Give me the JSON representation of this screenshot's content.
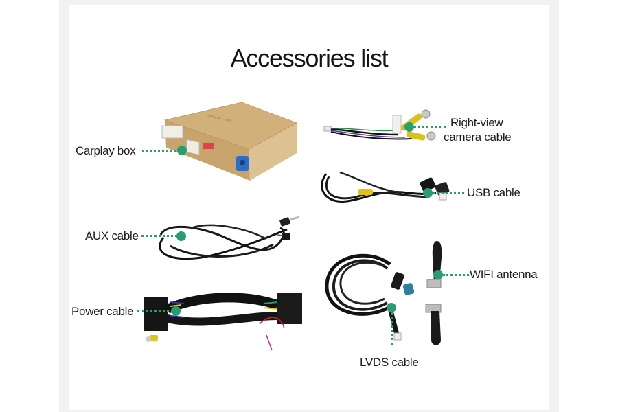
{
  "page": {
    "title": "Accessories list",
    "accent_color": "#2a9d6f"
  },
  "items": [
    {
      "id": "carplay-box",
      "label": "Carplay box"
    },
    {
      "id": "right-view-camera-cable",
      "label_line1": "Right-view",
      "label_line2": "camera cable"
    },
    {
      "id": "usb-cable",
      "label": "USB cable"
    },
    {
      "id": "aux-cable",
      "label": "AUX cable"
    },
    {
      "id": "wifi-antenna",
      "label": "WIFI antenna"
    },
    {
      "id": "power-cable",
      "label": "Power cable"
    },
    {
      "id": "lvds-cable",
      "label": "LVDS cable"
    }
  ]
}
